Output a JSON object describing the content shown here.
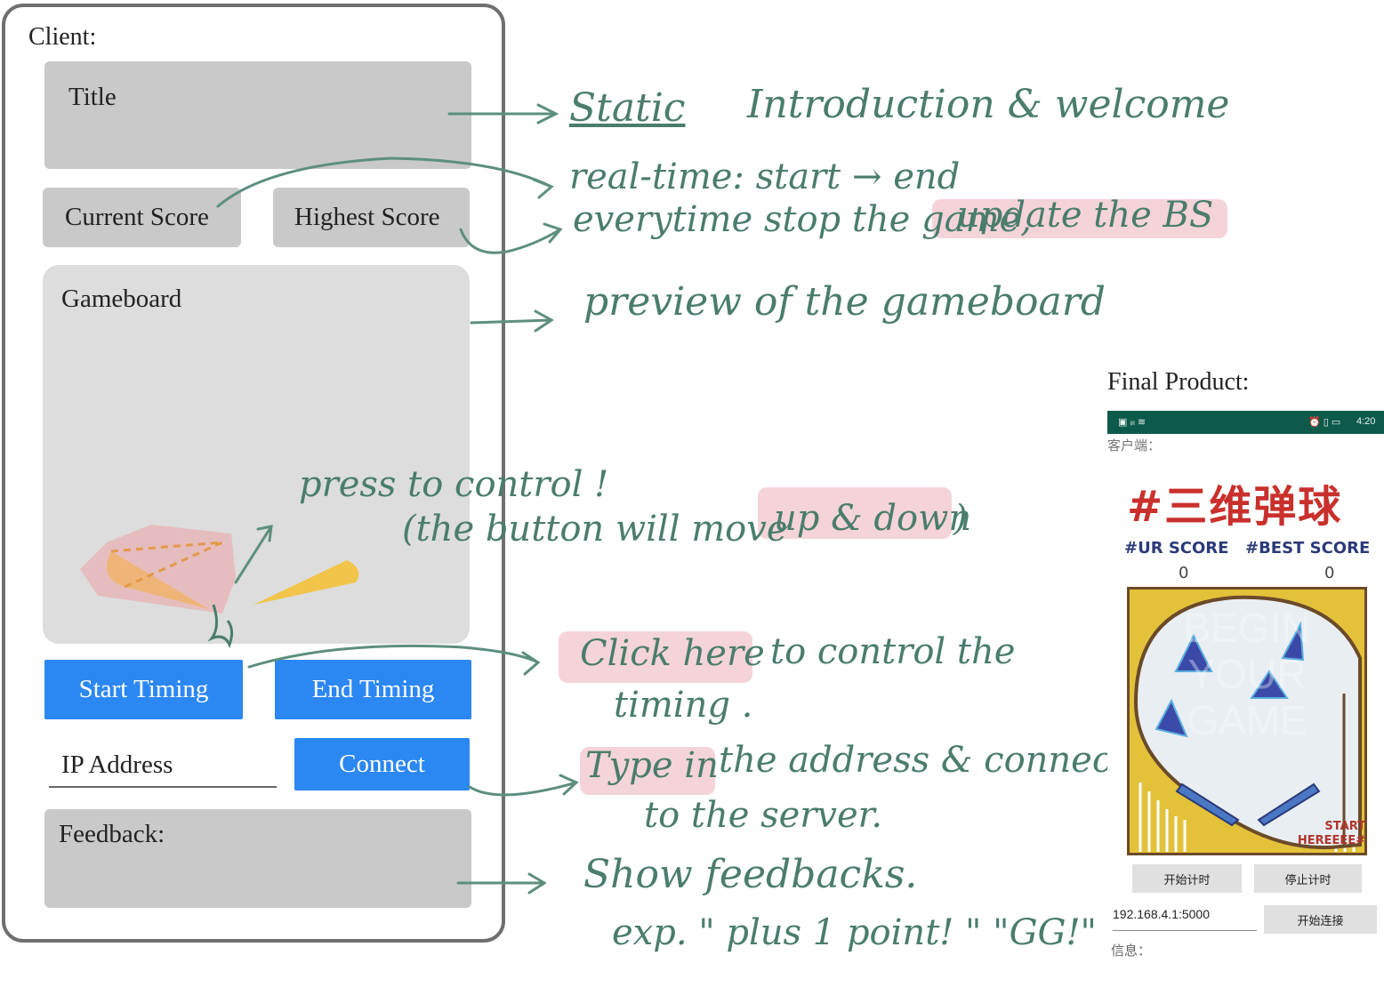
{
  "client": {
    "label": "Client:",
    "title": "Title",
    "current_score": "Current Score",
    "highest_score": "Highest Score",
    "gameboard": "Gameboard",
    "start_timing": "Start Timing",
    "end_timing": "End Timing",
    "ip_placeholder": "IP Address",
    "connect": "Connect",
    "feedback": "Feedback:"
  },
  "notes": {
    "title_static": "Static",
    "title_rest": "Introduction & welcome",
    "current_score": "real-time: start → end",
    "highest_score_a": "everytime stop the game,",
    "highest_score_b": "update the BS",
    "gameboard": "preview of the gameboard",
    "control_1": "press to control !",
    "control_2a": "(the button will move",
    "control_2b": "up & down",
    "control_2c": ")",
    "timing_a": "Click here",
    "timing_b": "to control the",
    "timing_c": "timing .",
    "connect_a": "Type in",
    "connect_b": "the address & connect",
    "connect_c": "to the server.",
    "feedback_a": "Show feedbacks.",
    "feedback_b": "exp. \" plus 1 point! \" \"GG!\""
  },
  "final_product": {
    "label": "Final Product:",
    "status_time": "4:20",
    "client_label": "客户端：",
    "game_title": "#三维弹球",
    "ur_score_label": "#UR SCORE",
    "best_score_label": "#BEST SCORE",
    "ur_score": "0",
    "best_score": "0",
    "board_bg_text": "BEGIN YOUR GAME",
    "start_here": "START HEREEEE#",
    "start_btn": "开始计时",
    "stop_btn": "停止计时",
    "ip_value": "192.168.4.1:5000",
    "connect_btn": "开始连接",
    "info_label": "信息：",
    "colors": {
      "statusbar": "#0d5a4a",
      "title_red": "#c9302c",
      "score_navy": "#2b3a78",
      "board_yellow": "#e3c23a",
      "triangle": "#3b4aa8"
    }
  }
}
